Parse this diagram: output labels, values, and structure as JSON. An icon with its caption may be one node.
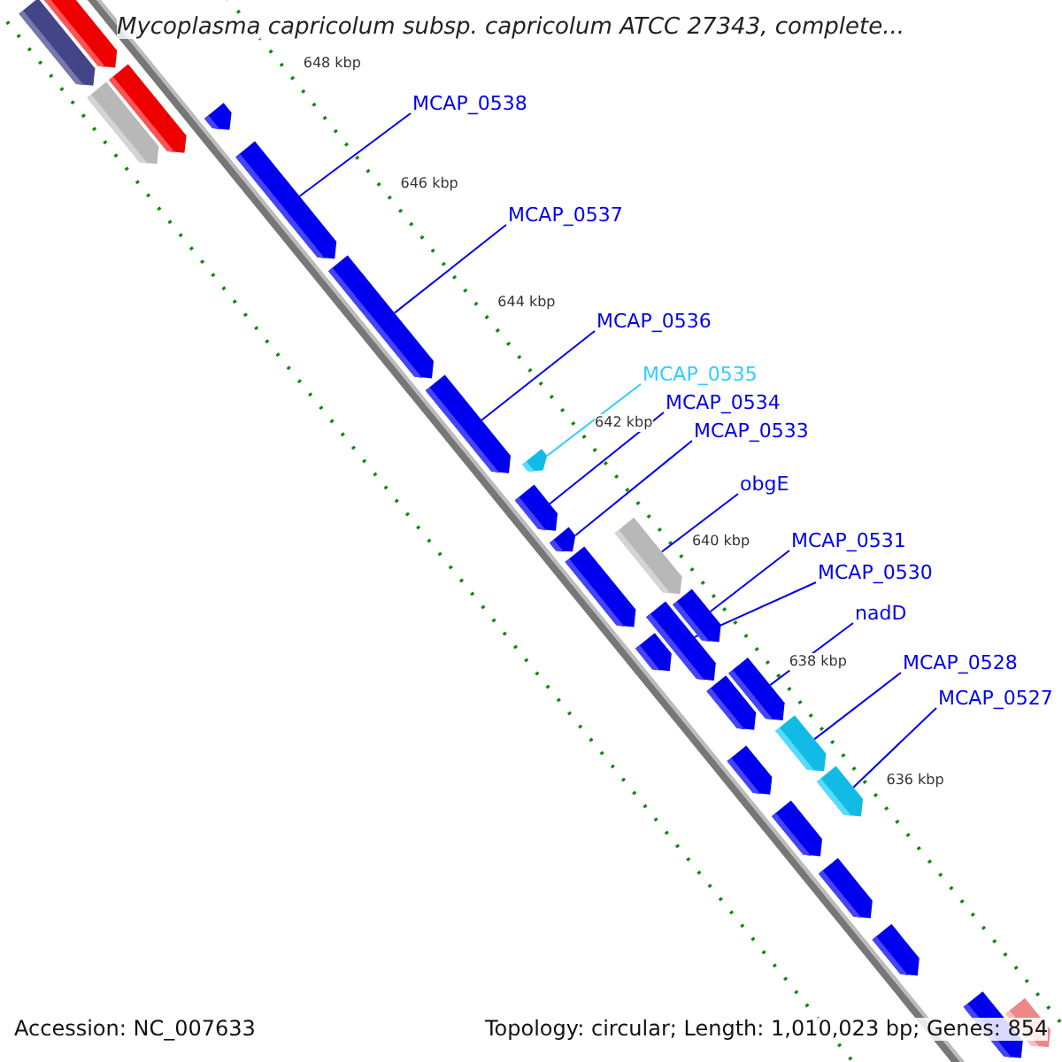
{
  "diagram": {
    "title": "Mycoplasma capricolum subsp. capricolum ATCC 27343, complete...",
    "nodes": [
      {
        "text": [
          "MCAP_0538"
        ]
      },
      {
        "text": [
          "MCAP_0537"
        ]
      },
      {
        "text": [
          "MCAP_0536"
        ]
      },
      {
        "text": [
          "MCAP_0535"
        ]
      },
      {
        "text": [
          "MCAP_0534"
        ]
      },
      {
        "text": [
          "MCAP_0533"
        ]
      },
      {
        "text": [
          "obgE"
        ]
      },
      {
        "text": [
          "MCAP_0531"
        ]
      },
      {
        "text": [
          "MCAP_0530"
        ]
      },
      {
        "text": [
          "nadD"
        ]
      },
      {
        "text": [
          "MCAP_0528"
        ]
      },
      {
        "text": [
          "MCAP_0527"
        ]
      },
      {
        "text": [],
        "shape": "arrow"
      },
      {
        "text": [],
        "shape": "arrow"
      },
      {
        "text": [],
        "shape": "arrow"
      },
      {
        "text": [],
        "shape": "arrow"
      },
      {
        "text": [],
        "shape": "arrow"
      },
      {
        "text": [],
        "shape": "arrow"
      },
      {
        "text": [],
        "shape": "arrow"
      },
      {
        "text": [],
        "shape": "arrow"
      },
      {
        "text": [],
        "shape": "arrow"
      },
      {
        "text": [],
        "shape": "arrow"
      },
      {
        "text": [],
        "shape": "arrow"
      },
      {
        "text": [],
        "shape": "arrow"
      },
      {
        "text": [],
        "shape": "arrow"
      },
      {
        "text": [],
        "shape": "arrow"
      },
      {
        "text": [],
        "shape": "arrow"
      },
      {
        "text": [],
        "shape": "arrow"
      },
      {
        "text": [],
        "shape": "arrow"
      },
      {
        "text": [],
        "shape": "arrow"
      },
      {
        "text": [],
        "shape": "arrow"
      },
      {
        "text": [],
        "shape": "arrow"
      },
      {
        "text": [],
        "shape": "arrow"
      },
      {
        "text": [],
        "shape": "arrow"
      },
      {
        "text": [],
        "shape": "arrow"
      },
      {
        "text": [],
        "shape": "arrow"
      },
      {
        "text": [],
        "shape": "arrow"
      },
      {
        "text": [],
        "shape": "arrow"
      }
    ],
    "edges": [
      {
        "from": 0,
        "to": 17,
        "arrow": "none"
      },
      {
        "from": 1,
        "to": 18,
        "arrow": "none"
      },
      {
        "from": 2,
        "to": 19,
        "arrow": "none"
      },
      {
        "from": 3,
        "to": 20,
        "arrow": "none",
        "color": "#33ccff"
      },
      {
        "from": 4,
        "to": 21,
        "arrow": "none"
      },
      {
        "from": 5,
        "to": 22,
        "arrow": "none"
      },
      {
        "from": 6,
        "to": 24,
        "arrow": "none"
      },
      {
        "from": 7,
        "to": 26,
        "arrow": "none"
      },
      {
        "from": 8,
        "to": 25,
        "arrow": "none"
      },
      {
        "from": 9,
        "to": 29,
        "arrow": "none"
      },
      {
        "from": 10,
        "to": 31,
        "arrow": "none"
      },
      {
        "from": 11,
        "to": 33,
        "arrow": "none"
      }
    ],
    "labels": [
      "648 kbp",
      "646 kbp",
      "644 kbp",
      "642 kbp",
      "640 kbp",
      "638 kbp",
      "636 kbp",
      "Accession: NC_007633",
      "Topology: circular; Length: 1,010,023 bp; Genes: 854"
    ]
  }
}
